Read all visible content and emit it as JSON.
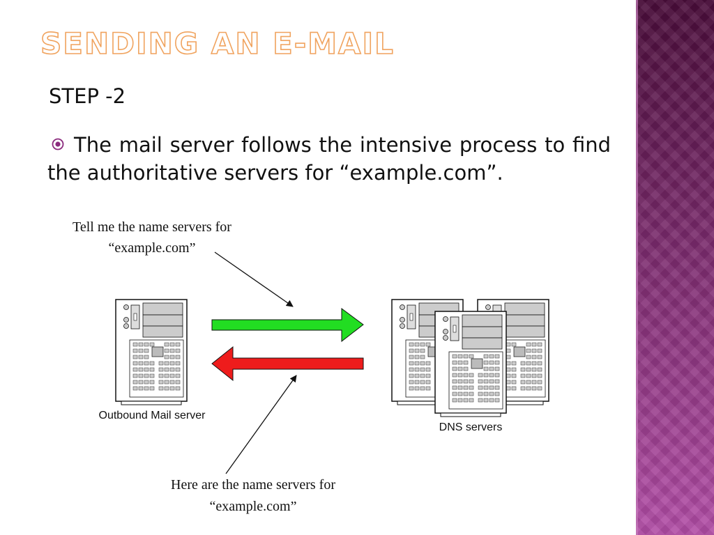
{
  "slide": {
    "title": "Sending an E-mail",
    "step": "STEP -2",
    "bullet_text": "The mail server follows the intensive process to find the authoritative servers for “example.com”."
  },
  "diagram": {
    "request_note_line1": "Tell me the name servers for",
    "request_note_line2": "“example.com”",
    "response_note_line1": "Here are the name servers for",
    "response_note_line2": "“example.com”",
    "outbound_label": "Outbound Mail server",
    "dns_label": "DNS servers",
    "request_arrow_color": "#22dd22",
    "response_arrow_color": "#ee1c1c"
  },
  "theme": {
    "title_color": "#f0a35e",
    "accent_color": "#8b2a7d",
    "sidebar_gradient": [
      "#4a0d3a",
      "#b24da6"
    ]
  },
  "icons": {
    "bullet": "target-bullet-icon",
    "servers": "server-tower-icon"
  }
}
